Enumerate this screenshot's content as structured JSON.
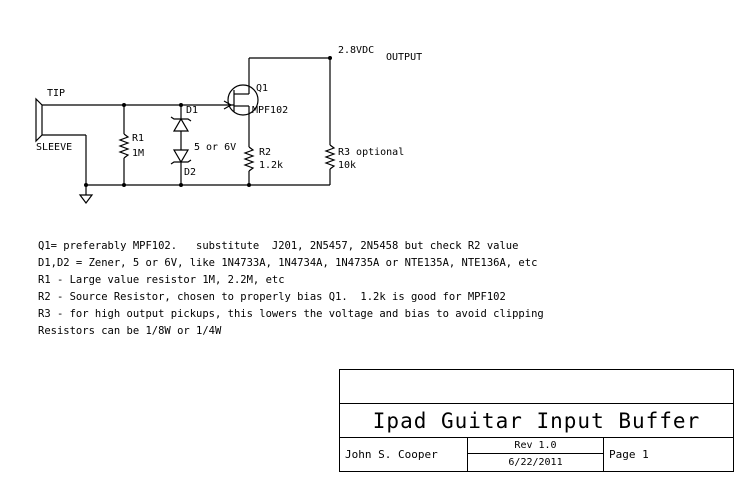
{
  "schematic": {
    "labels": {
      "supply": "2.8VDC",
      "output": "OUTPUT",
      "tip": "TIP",
      "sleeve": "SLEEVE",
      "q1": "Q1",
      "q1_part": "MPF102",
      "d1": "D1",
      "d2": "D2",
      "zener_voltage": "5 or 6V",
      "r1": "R1",
      "r1_value": "1M",
      "r2": "R2",
      "r2_value": "1.2k",
      "r3": "R3 optional",
      "r3_value": "10k"
    }
  },
  "notes": [
    "Q1= preferably MPF102.   substitute  J201, 2N5457, 2N5458 but check R2 value",
    "D1,D2 = Zener, 5 or 6V, like 1N4733A, 1N4734A, 1N4735A or NTE135A, NTE136A, etc",
    "R1 - Large value resistor 1M, 2.2M, etc",
    "R2 - Source Resistor, chosen to properly bias Q1.  1.2k is good for MPF102",
    "R3 - for high output pickups, this lowers the voltage and bias to avoid clipping",
    "Resistors can be 1/8W or 1/4W"
  ],
  "title_block": {
    "title": "Ipad Guitar Input Buffer",
    "author": "John S. Cooper",
    "revision": "Rev 1.0",
    "date": "6/22/2011",
    "page": "Page 1"
  }
}
